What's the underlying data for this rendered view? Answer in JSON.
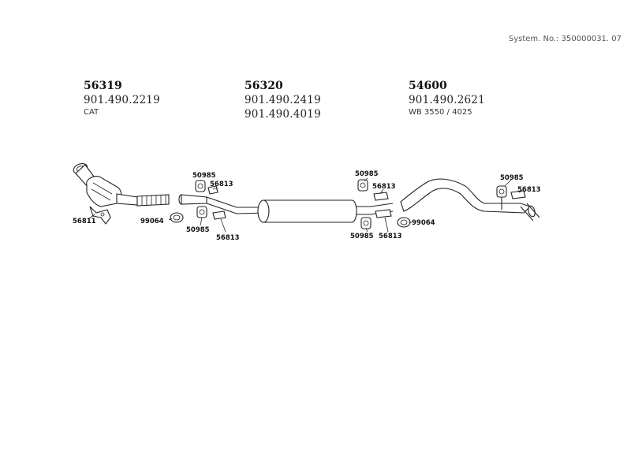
{
  "system_number": "System. No.: 350000031. 07",
  "groups": [
    {
      "part": "56319",
      "refs": [
        "901.490.2219"
      ],
      "note": "CAT"
    },
    {
      "part": "56320",
      "refs": [
        "901.490.2419",
        "901.490.4019"
      ],
      "note": ""
    },
    {
      "part": "54600",
      "refs": [
        "901.490.2621"
      ],
      "note": "WB 3550 / 4025"
    }
  ],
  "callouts": {
    "c_56811": "56811",
    "c_99064_a": "99064",
    "c_50985_a": "50985",
    "c_56813_a": "56813",
    "c_50985_b": "50985",
    "c_56813_b": "56813",
    "c_50985_c": "50985",
    "c_56813_c": "56813",
    "c_50985_d": "50985",
    "c_56813_d": "56813",
    "c_99064_b": "99064",
    "c_50985_e": "50985",
    "c_56813_e": "56813"
  },
  "colors": {
    "line": "#222222",
    "background": "#ffffff"
  }
}
